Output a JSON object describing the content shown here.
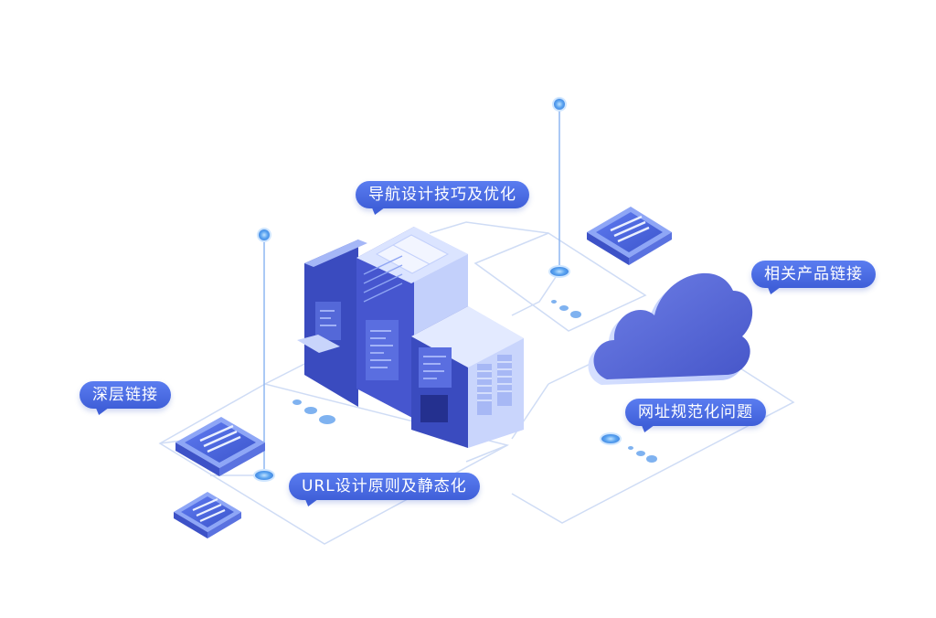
{
  "labels": {
    "navigation": "导航设计技巧及优化",
    "related_products": "相关产品链接",
    "deep_links": "深层链接",
    "url_design": "URL设计原则及静态化",
    "url_normalization": "网址规范化问题"
  },
  "colors": {
    "line": "#cfdcf5",
    "accent": "#4a6ee6",
    "server_light": "#cdd8fb",
    "server_mid": "#93a8f0",
    "server_dark": "#3546b8",
    "cloud": "#5566d6",
    "pin": "#5aa0ee"
  }
}
